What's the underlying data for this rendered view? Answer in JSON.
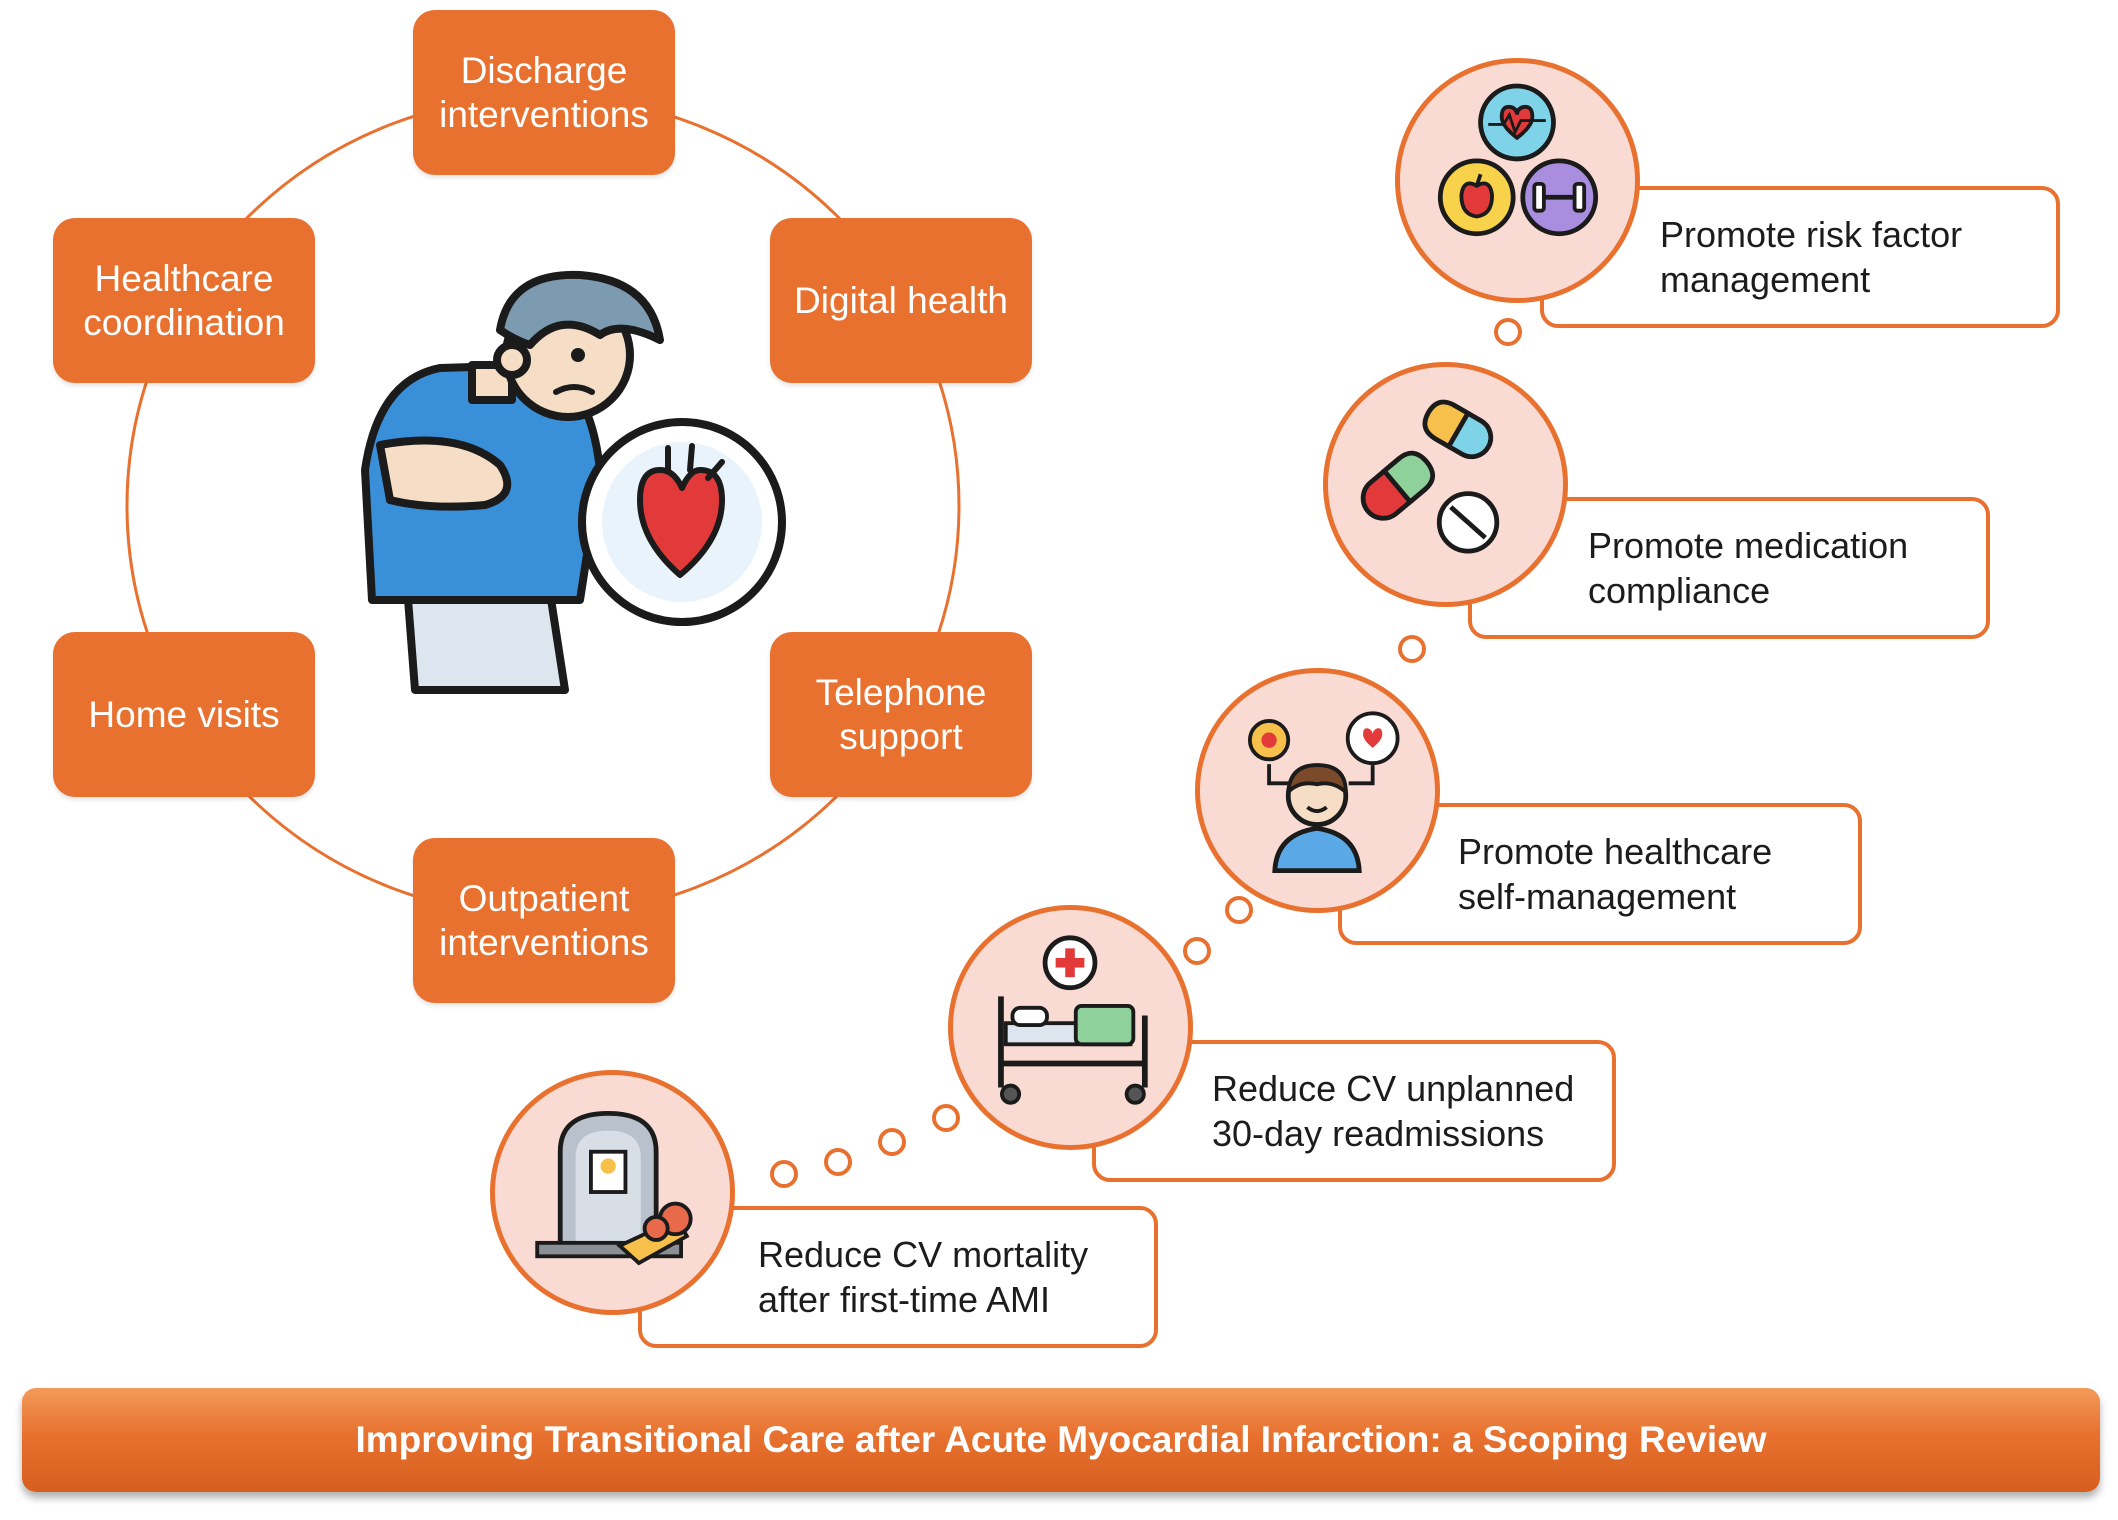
{
  "interventions": [
    {
      "label": "Discharge\ninterventions"
    },
    {
      "label": "Digital health"
    },
    {
      "label": "Telephone\nsupport"
    },
    {
      "label": "Outpatient\ninterventions"
    },
    {
      "label": "Home visits"
    },
    {
      "label": "Healthcare\ncoordination"
    }
  ],
  "center_icon": "patient-chest-pain-heart-icon",
  "outcomes": [
    {
      "label": "Promote  risk factor\nmanagement",
      "icon": "heart-apple-dumbbell-icon"
    },
    {
      "label": "Promote medication\ncompliance",
      "icon": "pills-icon"
    },
    {
      "label": "Promote healthcare\nself-management",
      "icon": "self-care-person-icon"
    },
    {
      "label": "Reduce CV unplanned\n30-day readmissions",
      "icon": "hospital-bed-icon"
    },
    {
      "label": "Reduce CV mortality\nafter first-time AMI",
      "icon": "gravestone-flowers-icon"
    }
  ],
  "title": "Improving Transitional Care after Acute Myocardial Infarction: a Scoping Review",
  "colors": {
    "accent": "#e8712f",
    "circle_fill": "#fadbd3",
    "text_dark": "#1c1c1c"
  }
}
